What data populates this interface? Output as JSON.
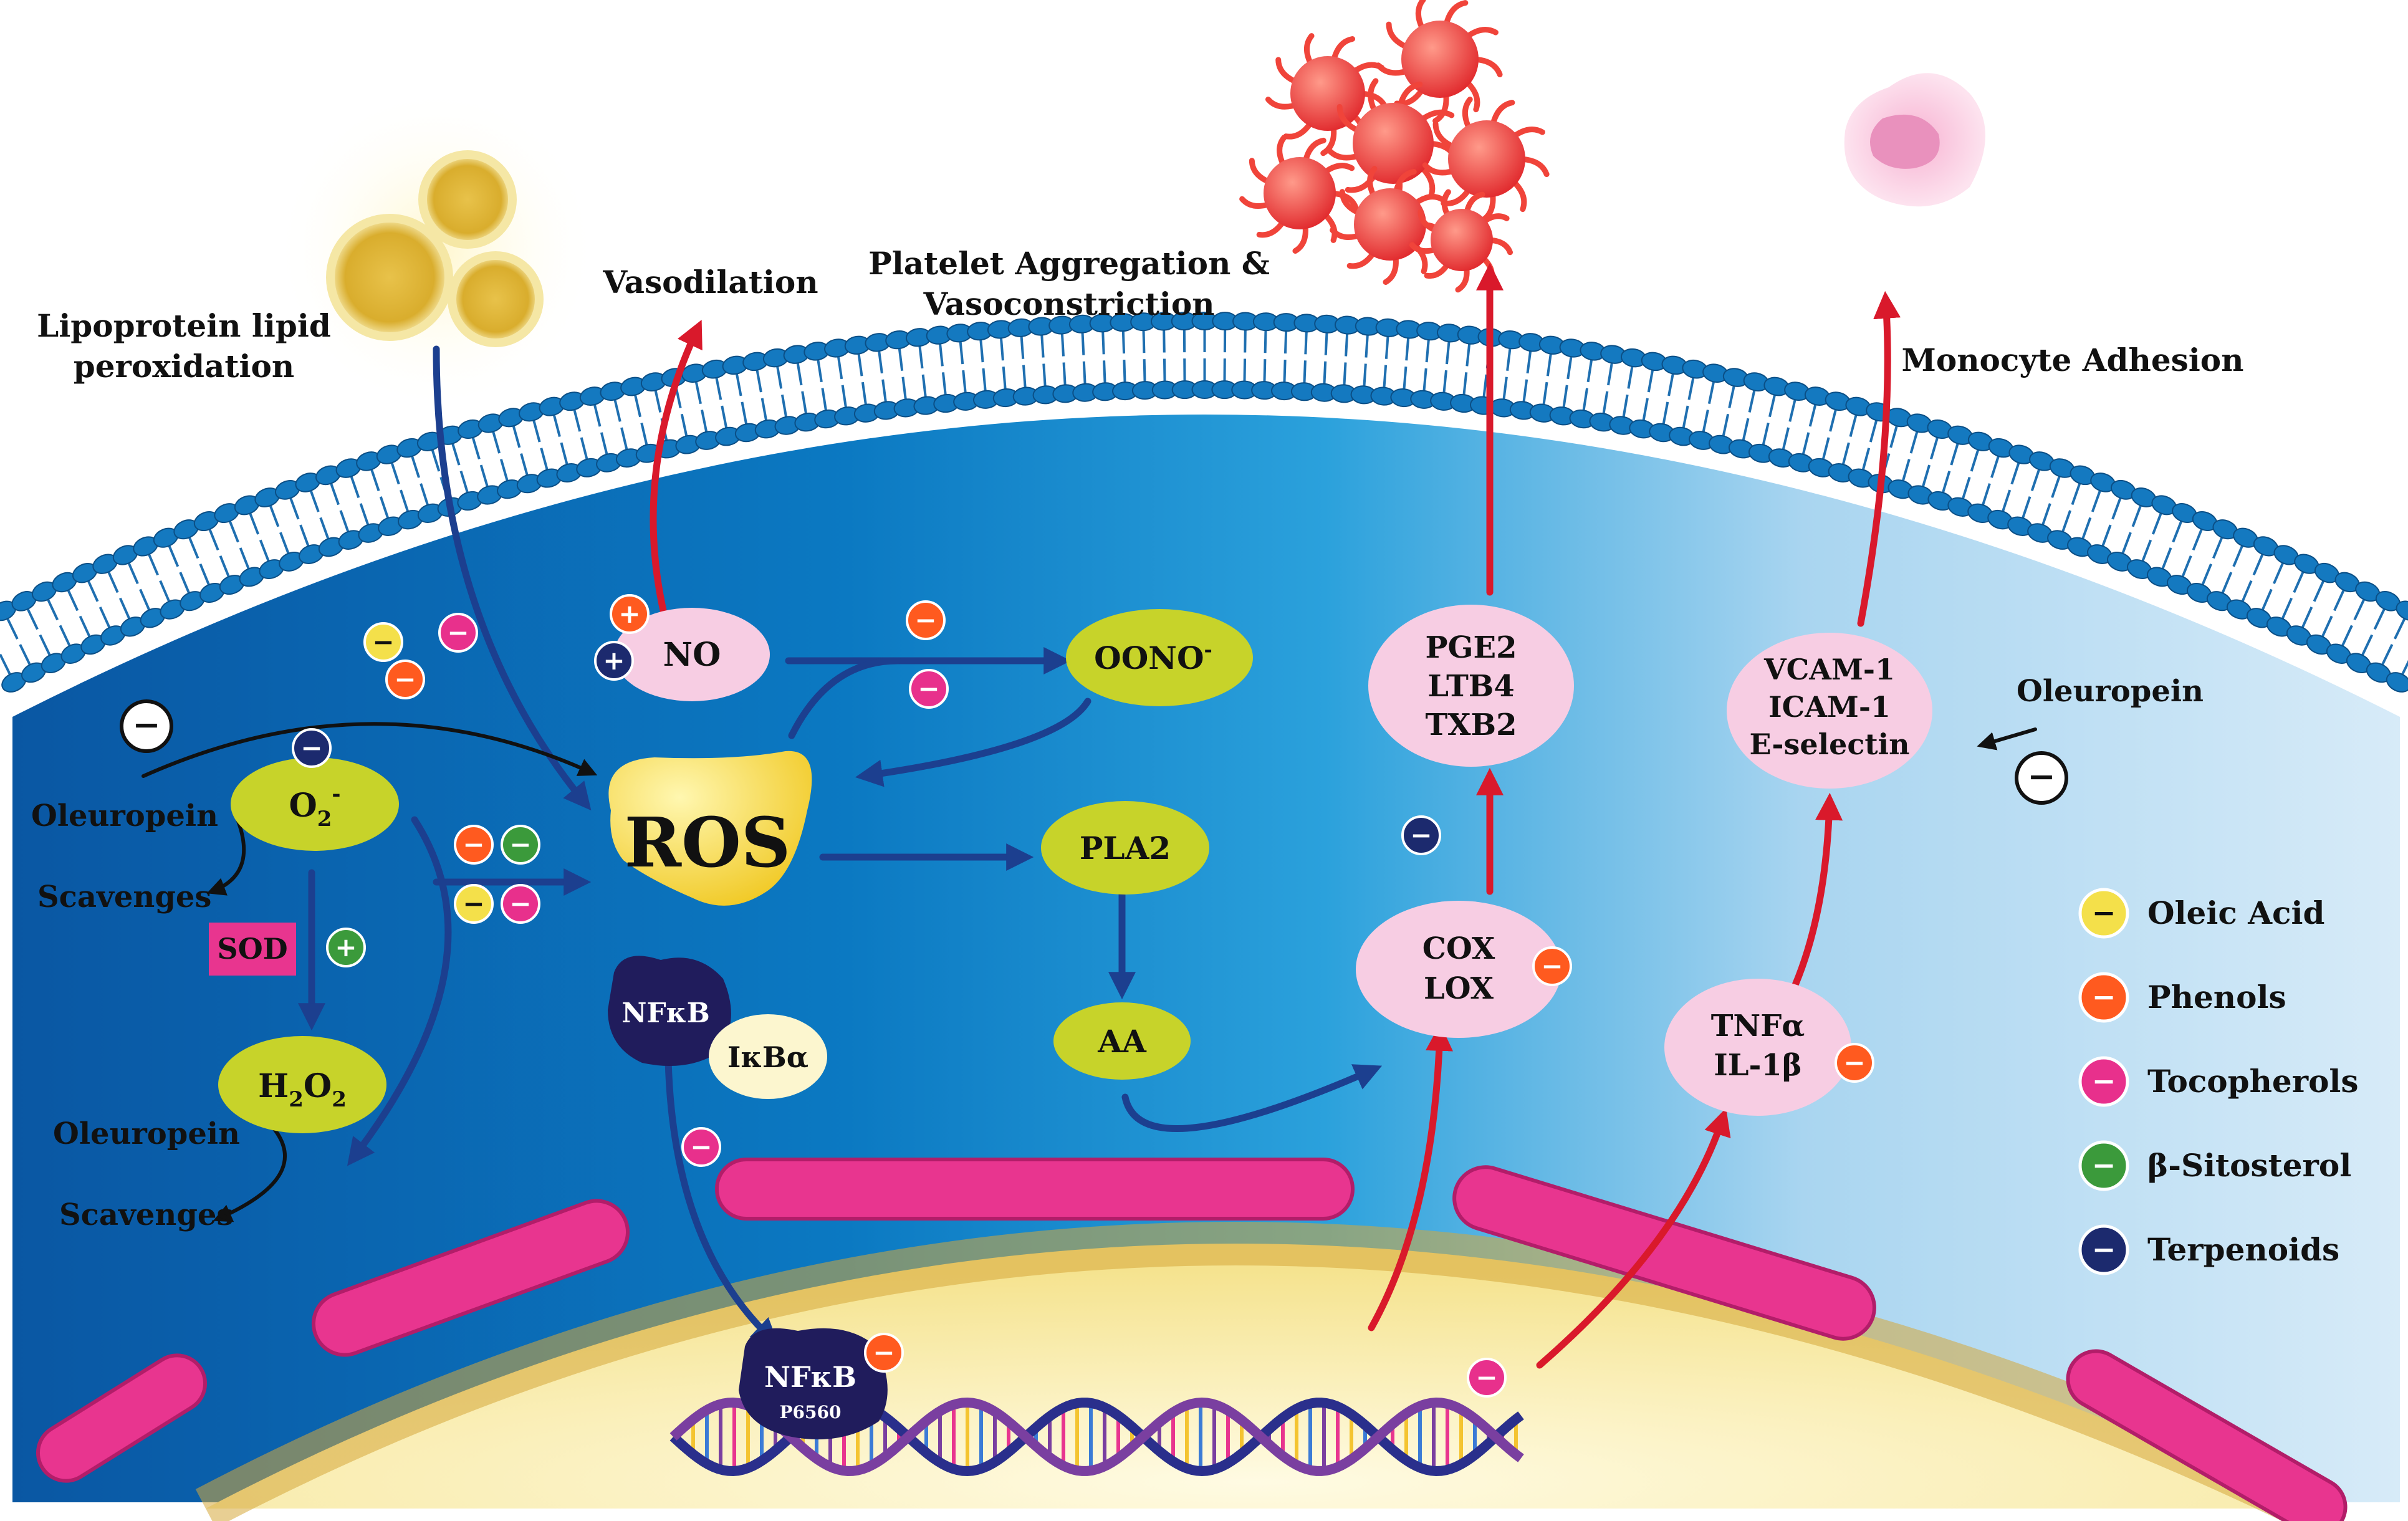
{
  "labels": {
    "lipoprotein_line1": "Lipoprotein lipid",
    "lipoprotein_line2": "peroxidation",
    "vasodilation": "Vasodilation",
    "platelet_line1": "Platelet Aggregation &",
    "platelet_line2": "Vasoconstriction",
    "monocyte_adhesion": "Monocyte Adhesion",
    "oleuropein_left": "Oleuropein",
    "scavenges_left": "Scavenges",
    "oleuropein_h2o2": "Oleuropein",
    "scavenges_h2o2": "Scavenges",
    "oleuropein_right": "Oleuropein"
  },
  "nodes": {
    "no": "NO",
    "oono": "OONO",
    "oono_sup": "-",
    "ros": "ROS",
    "o2": "O",
    "o2_sub": "2",
    "o2_sup": "-",
    "sod": "SOD",
    "h2o2_h": "H",
    "h2o2_sub1": "2",
    "h2o2_o": "O",
    "h2o2_sub2": "2",
    "pla2": "PLA2",
    "aa": "AA",
    "nfkb_cyto": "NFκB",
    "ikba": "IκBα",
    "nfkb_nuc": "NFκB",
    "nfkb_nuc_sub": "P6560",
    "pge2_line1": "PGE2",
    "pge2_line2": "LTB4",
    "pge2_line3": "TXB2",
    "cox_line1": "COX",
    "cox_line2": "LOX",
    "vcam_line1": "VCAM-1",
    "vcam_line2": "ICAM-1",
    "vcam_line3": "E-selectin",
    "tnf_line1": "TNFα",
    "tnf_line2": "IL-1β"
  },
  "signs": {
    "plus": "+",
    "minus": "−"
  },
  "legend": [
    {
      "label": "Oleic Acid",
      "color": "#f4e04a",
      "icon": "oleic-acid-icon"
    },
    {
      "label": "Phenols",
      "color": "#ff5a1f",
      "icon": "phenols-icon"
    },
    {
      "label": "Tocopherols",
      "color": "#e8308c",
      "icon": "tocopherols-icon"
    },
    {
      "label": "β-Sitosterol",
      "color": "#3b9a3b",
      "icon": "beta-sitosterol-icon"
    },
    {
      "label": "Terpenoids",
      "color": "#1c2a6e",
      "icon": "terpenoids-icon"
    }
  ],
  "colors": {
    "cytoplasm_dark": "#0a5aa6",
    "cytoplasm_light": "#cfe6f6",
    "node_green": "#c7d32a",
    "node_pink": "#f7cde3",
    "ros_yellow": "#f5d531",
    "arrow_blue": "#1c3f8f",
    "arrow_red": "#d9192b",
    "nucleus": "#fbf2b2",
    "membrane_head": "#1479c0"
  }
}
